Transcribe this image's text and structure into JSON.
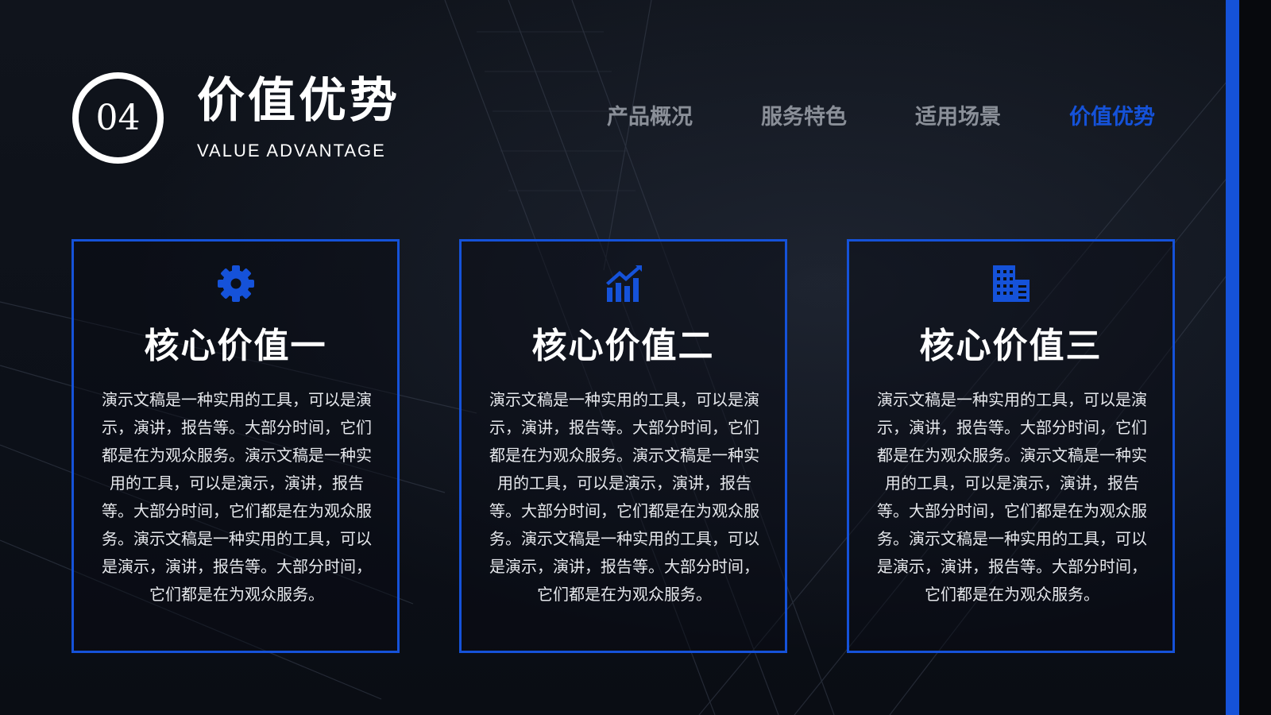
{
  "theme": {
    "accent": "#1552d9"
  },
  "header": {
    "number": "04",
    "title": "价值优势",
    "subtitle": "VALUE ADVANTAGE"
  },
  "nav": {
    "items": [
      {
        "label": "产品概况",
        "active": false
      },
      {
        "label": "服务特色",
        "active": false
      },
      {
        "label": "适用场景",
        "active": false
      },
      {
        "label": "价值优势",
        "active": true
      }
    ]
  },
  "cards": [
    {
      "icon": "gear-icon",
      "title": "核心价值一",
      "body": "演示文稿是一种实用的工具，可以是演示，演讲，报告等。大部分时间，它们都是在为观众服务。演示文稿是一种实用的工具，可以是演示，演讲，报告等。大部分时间，它们都是在为观众服务。演示文稿是一种实用的工具，可以是演示，演讲，报告等。大部分时间，它们都是在为观众服务。"
    },
    {
      "icon": "growth-chart-icon",
      "title": "核心价值二",
      "body": "演示文稿是一种实用的工具，可以是演示，演讲，报告等。大部分时间，它们都是在为观众服务。演示文稿是一种实用的工具，可以是演示，演讲，报告等。大部分时间，它们都是在为观众服务。演示文稿是一种实用的工具，可以是演示，演讲，报告等。大部分时间，它们都是在为观众服务。"
    },
    {
      "icon": "building-icon",
      "title": "核心价值三",
      "body": "演示文稿是一种实用的工具，可以是演示，演讲，报告等。大部分时间，它们都是在为观众服务。演示文稿是一种实用的工具，可以是演示，演讲，报告等。大部分时间，它们都是在为观众服务。演示文稿是一种实用的工具，可以是演示，演讲，报告等。大部分时间，它们都是在为观众服务。"
    }
  ]
}
